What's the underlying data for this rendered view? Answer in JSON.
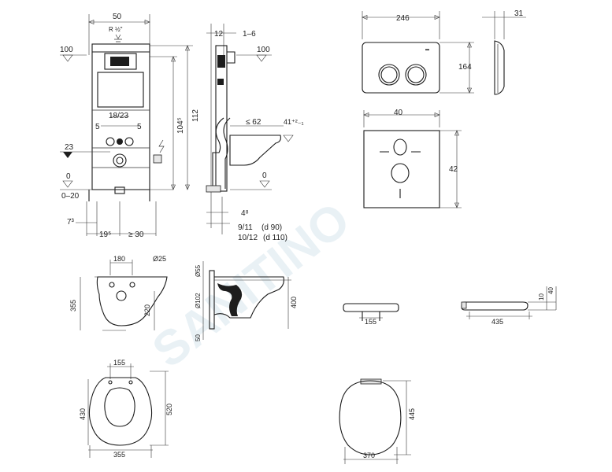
{
  "watermark": "SANITINO",
  "frame_front": {
    "width": "50",
    "thread": "R ½\"",
    "level_top": "100",
    "height_total": "112",
    "height_inner": "104⁵",
    "inlet_spacing": "18/23",
    "offset_left": "5",
    "offset_right": "5",
    "level_mid": "23",
    "level_zero": "0",
    "level_range": "0–20",
    "foot_left": "7³",
    "foot_a": "19⁵",
    "foot_b": "≥ 30"
  },
  "frame_side": {
    "top_a": "12",
    "top_b": "1–6",
    "level_top": "100",
    "depth": "≤ 62",
    "depth_tol": "41⁺²₋₁",
    "level_zero": "0",
    "bottom_a": "4⁸",
    "bottom_b": "9/11",
    "bottom_b_note": "(d 90)",
    "bottom_c": "10/12",
    "bottom_c_note": "(d 110)"
  },
  "plate_front": {
    "width": "246",
    "height": "164"
  },
  "plate_side": {
    "depth": "31"
  },
  "opening": {
    "width": "40",
    "height": "42"
  },
  "bowl_front": {
    "top": "180",
    "hole": "Ø25",
    "height": "355",
    "height_low": "220"
  },
  "bowl_side": {
    "top_dia": "Ø55",
    "outlet_dia": "Ø102",
    "length": "400",
    "bottom": "50"
  },
  "seat_front": {
    "width": "155"
  },
  "seat_side": {
    "thick_a": "10",
    "thick_b": "40",
    "length": "435"
  },
  "bowl_top": {
    "hinge": "155",
    "inner": "430",
    "length": "520",
    "width": "355"
  },
  "seat_top": {
    "length": "445",
    "width": "370"
  }
}
